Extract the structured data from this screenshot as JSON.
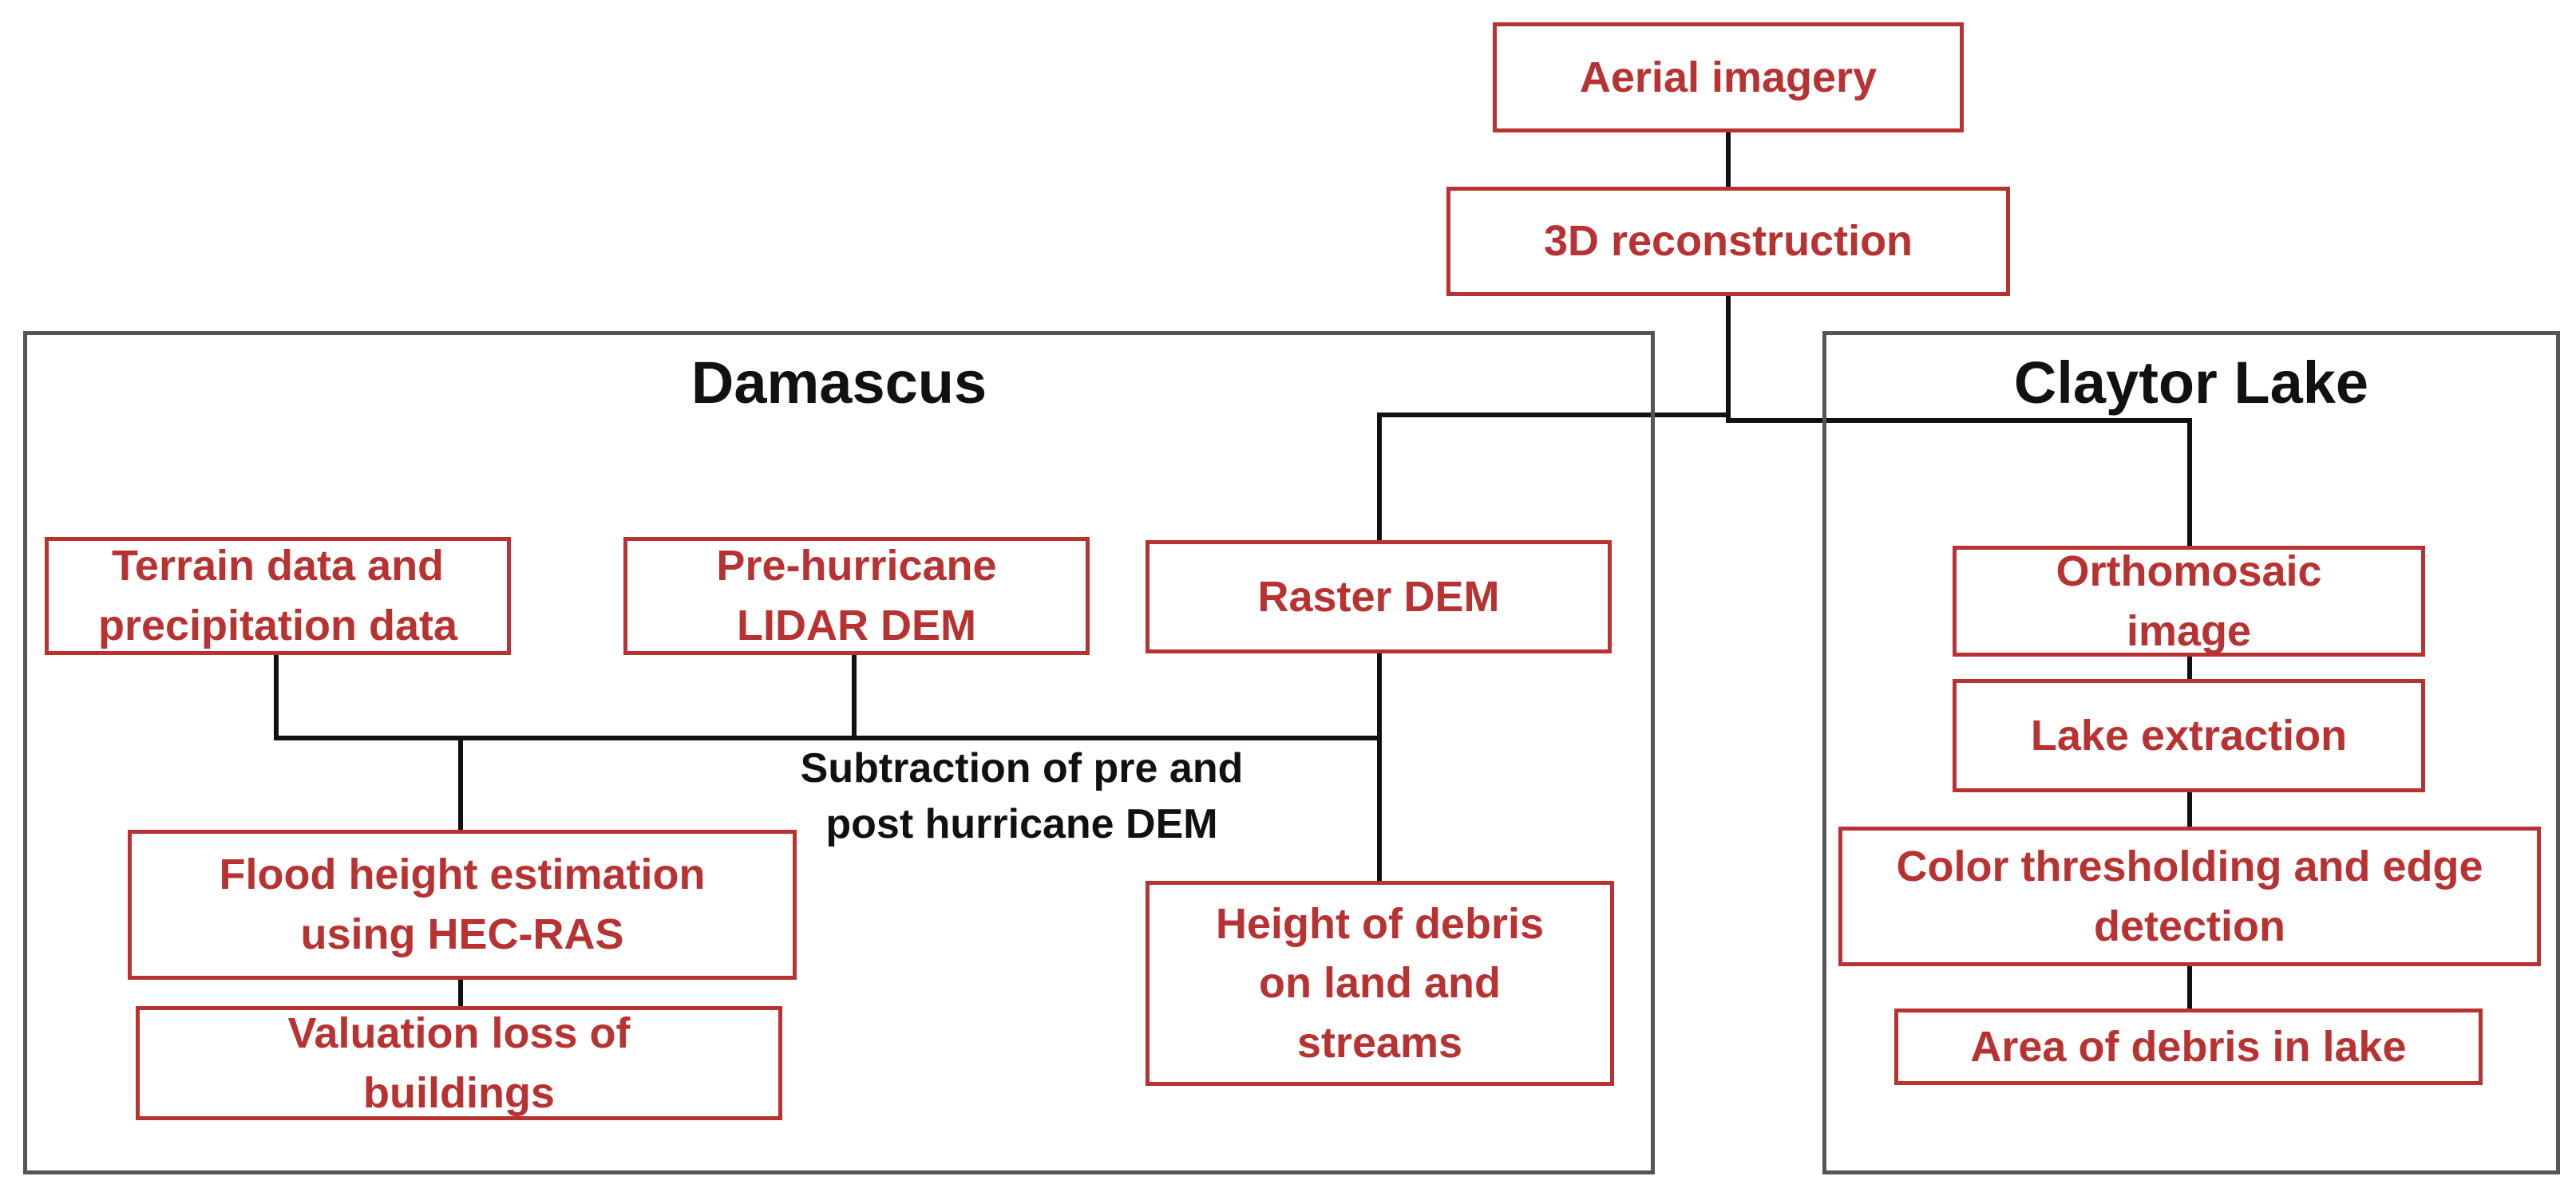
{
  "colors": {
    "box_border": "#b83232",
    "box_text": "#b83232",
    "connector": "#111111",
    "region_border": "#555555",
    "region_title": "#111111"
  },
  "regions": {
    "damascus": {
      "title": "Damascus"
    },
    "claytor": {
      "title": "Claytor Lake"
    }
  },
  "nodes": {
    "aerial_imagery": "Aerial imagery",
    "reconstruction_3d": "3D reconstruction",
    "terrain_precip": "Terrain data and\nprecipitation data",
    "pre_hurricane_lidar": "Pre-hurricane\nLIDAR DEM",
    "raster_dem": "Raster DEM",
    "flood_height": "Flood height estimation\nusing HEC-RAS",
    "valuation_loss": "Valuation loss of\nbuildings",
    "debris_height": "Height of debris\non land and\nstreams",
    "orthomosaic": "Orthomosaic\nimage",
    "lake_extraction": "Lake extraction",
    "color_threshold": "Color thresholding and edge\ndetection",
    "debris_area": "Area of debris in lake"
  },
  "labels": {
    "subtraction": "Subtraction of pre and\npost hurricane DEM"
  }
}
